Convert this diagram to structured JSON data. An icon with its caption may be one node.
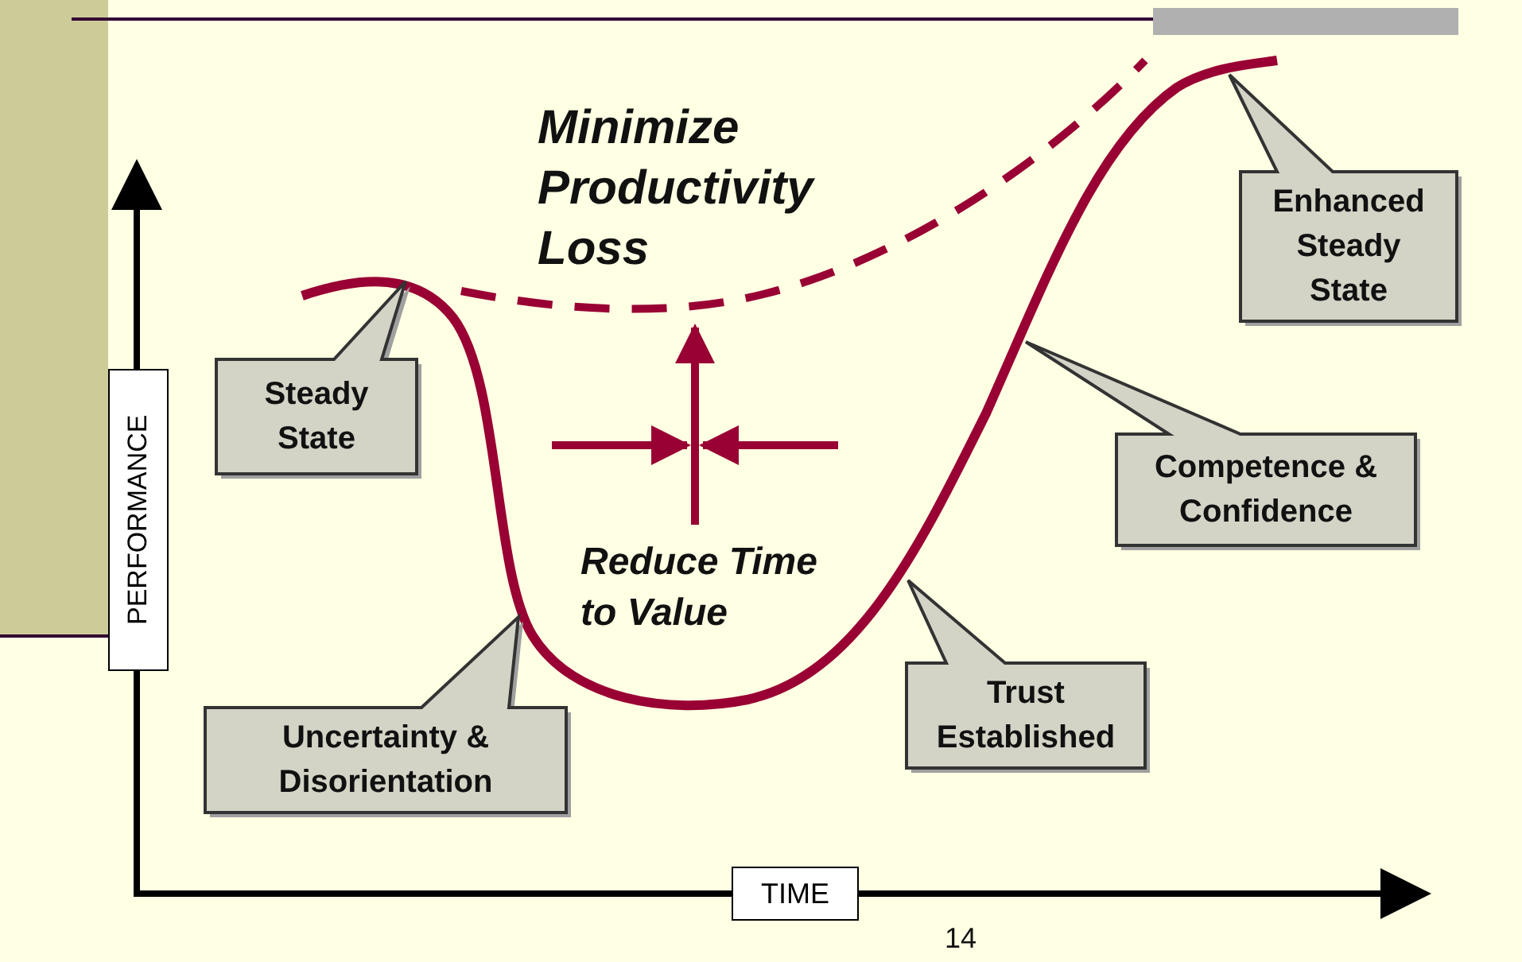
{
  "diagram": {
    "nodes": [
      {
        "text": [
          "Steady State"
        ]
      },
      {
        "text": [
          "Uncertainty & Disorientation"
        ]
      },
      {
        "text": [
          "Trust Established"
        ]
      },
      {
        "text": [
          "Competence & Confidence"
        ]
      },
      {
        "text": [
          "Enhanced Steady State"
        ]
      }
    ],
    "labels": [
      "Minimize Productivity Loss",
      "Reduce Time to Value",
      "PERFORMANCE",
      "TIME",
      "14"
    ]
  }
}
